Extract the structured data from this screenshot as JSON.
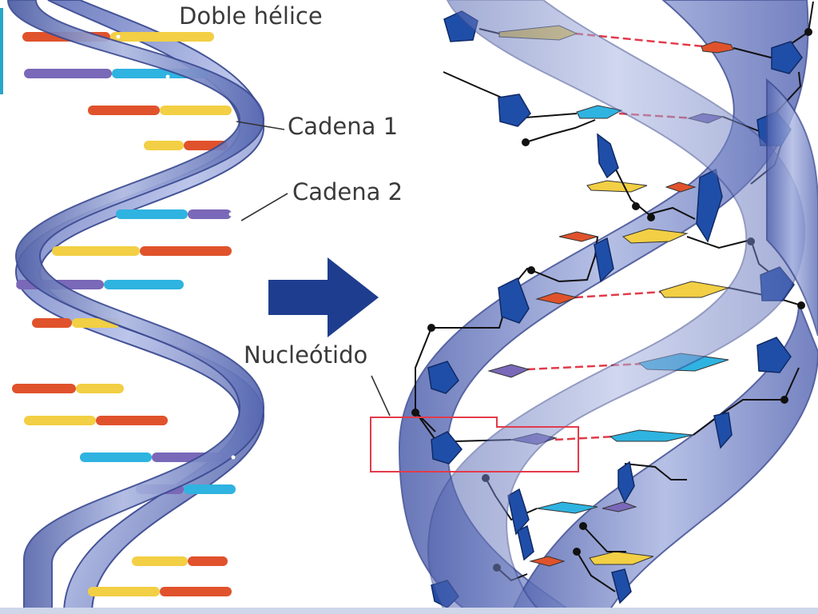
{
  "labels": {
    "title": "Doble hélice",
    "strand1": "Cadena 1",
    "strand2": "Cadena 2",
    "nucleotide": "Nucleótido"
  },
  "colors": {
    "ribbon_light": "#b3bde3",
    "ribbon_mid": "#7f8fcf",
    "ribbon_dark": "#4a5aa3",
    "ribbon_edge": "#3b4a92",
    "arrow": "#1f3d8f",
    "base_red": "#e0522c",
    "base_yellow": "#f2cf44",
    "base_cyan": "#2fb3e0",
    "base_purple": "#7a68b8",
    "sugar": "#1f4ea8",
    "highlight_box": "#e23b4a",
    "backbone": "#111111"
  },
  "icons": {
    "transition": "right-arrow-icon",
    "highlight": "nucleotide-highlight-box"
  }
}
